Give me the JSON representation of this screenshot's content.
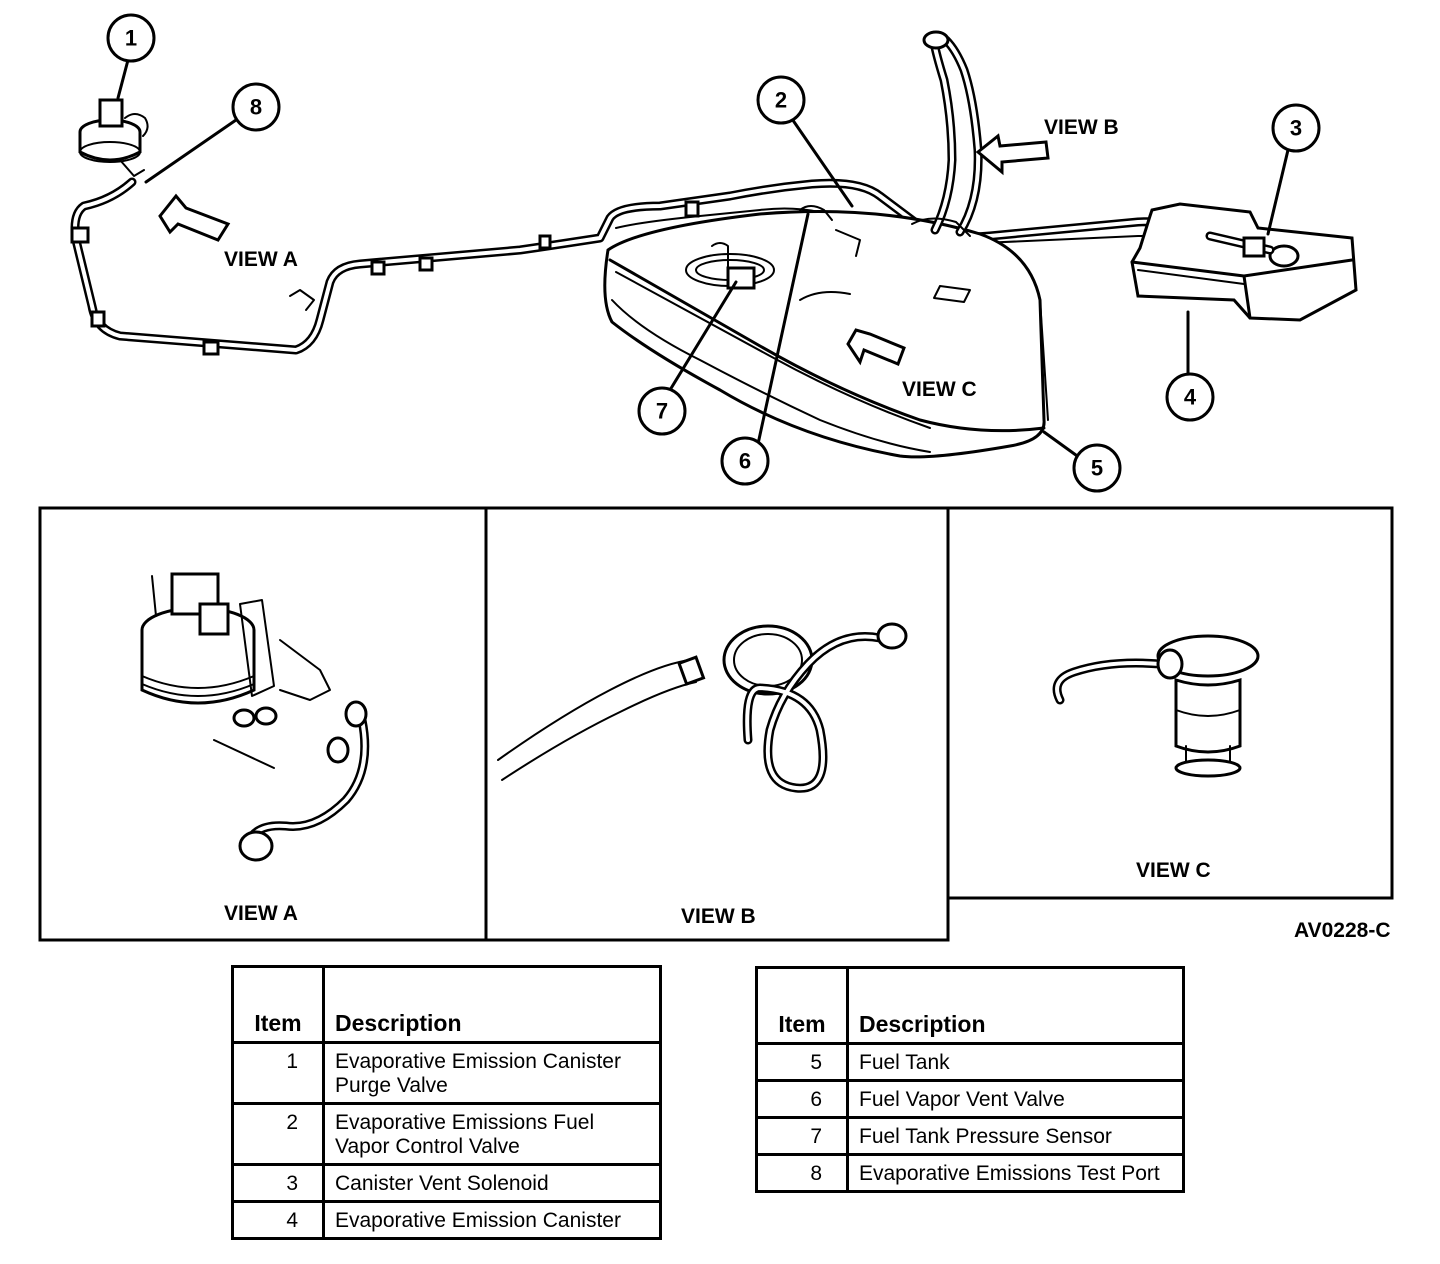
{
  "callouts": [
    "1",
    "2",
    "3",
    "4",
    "5",
    "6",
    "7",
    "8"
  ],
  "view_labels": {
    "view_a": "VIEW A",
    "view_b": "VIEW B",
    "view_c": "VIEW C"
  },
  "figure_code": "AV0228-C",
  "legend_left": {
    "header_item": "Item",
    "header_description": "Description",
    "rows": [
      {
        "item": "1",
        "description": "Evaporative Emission Canister Purge Valve"
      },
      {
        "item": "2",
        "description": "Evaporative Emissions Fuel Vapor Control Valve"
      },
      {
        "item": "3",
        "description": "Canister Vent Solenoid"
      },
      {
        "item": "4",
        "description": "Evaporative Emission Canister"
      }
    ]
  },
  "legend_right": {
    "header_item": "Item",
    "header_description": "Description",
    "rows": [
      {
        "item": "5",
        "description": "Fuel Tank"
      },
      {
        "item": "6",
        "description": "Fuel Vapor Vent Valve"
      },
      {
        "item": "7",
        "description": "Fuel Tank Pressure Sensor"
      },
      {
        "item": "8",
        "description": "Evaporative Emissions Test Port"
      }
    ]
  }
}
